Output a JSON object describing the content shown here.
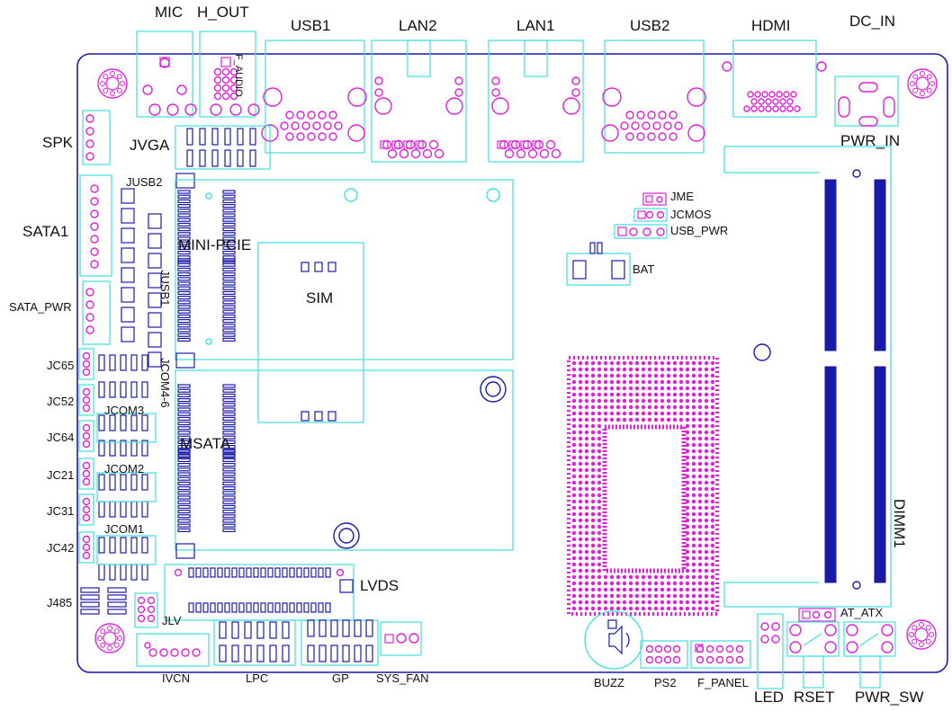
{
  "colors": {
    "outline": "#1a1aa8",
    "silkscreen": "#40e0e0",
    "pad": "#e020d8",
    "connector_fill": "#1a1aa8",
    "background": "#ffffff"
  },
  "labels": {
    "mic": "MIC",
    "h_out": "H_OUT",
    "f_audio": "F_AUDIO",
    "usb1": "USB1",
    "lan2": "LAN2",
    "lan1": "LAN1",
    "usb2": "USB2",
    "hdmi": "HDMI",
    "dc_in": "DC_IN",
    "pwr_in": "PWR_IN",
    "spk": "SPK",
    "jvga": "JVGA",
    "jusb2": "JUSB2",
    "sata1": "SATA1",
    "mini_pcie": "MINI-PCIE",
    "jusb1": "JUSB1",
    "sim": "SIM",
    "sata_pwr": "SATA_PWR",
    "jc65": "JC65",
    "jcom4_6": "JCOM4-6",
    "jc52": "JC52",
    "jcom3": "JCOM3",
    "jc64": "JC64",
    "msata": "MSATA",
    "jcom2": "JCOM2",
    "jc21": "JC21",
    "jc31": "JC31",
    "jcom1": "JCOM1",
    "jc42": "JC42",
    "lvds": "LVDS",
    "j485": "J485",
    "jlv": "JLV",
    "ivcn": "IVCN",
    "lpc": "LPC",
    "gp": "GP",
    "sys_fan": "SYS_FAN",
    "jme": "JME",
    "jcmos": "JCMOS",
    "usb_pwr": "USB_PWR",
    "bat": "BAT",
    "dimm1": "DIMM1",
    "at_atx": "AT_ATX",
    "buzz": "BUZZ",
    "ps2": "PS2",
    "f_panel": "F_PANEL",
    "led": "LED",
    "rset": "RSET",
    "pwr_sw": "PWR_SW"
  }
}
